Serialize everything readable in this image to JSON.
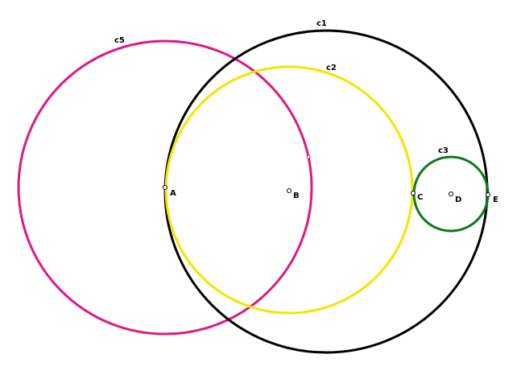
{
  "diagram": {
    "circles": [
      {
        "id": "c1",
        "label": "c1",
        "color": "#000000"
      },
      {
        "id": "c2",
        "label": "c2",
        "color": "#f2e600"
      },
      {
        "id": "c3",
        "label": "c3",
        "color": "#0b7a1a"
      },
      {
        "id": "c5",
        "label": "c5",
        "color": "#e0197d"
      }
    ],
    "points": [
      {
        "id": "A",
        "label": "A"
      },
      {
        "id": "B",
        "label": "B"
      },
      {
        "id": "C",
        "label": "C"
      },
      {
        "id": "D",
        "label": "D"
      },
      {
        "id": "E",
        "label": "E"
      }
    ],
    "extra_point_color": "#e0197d"
  }
}
